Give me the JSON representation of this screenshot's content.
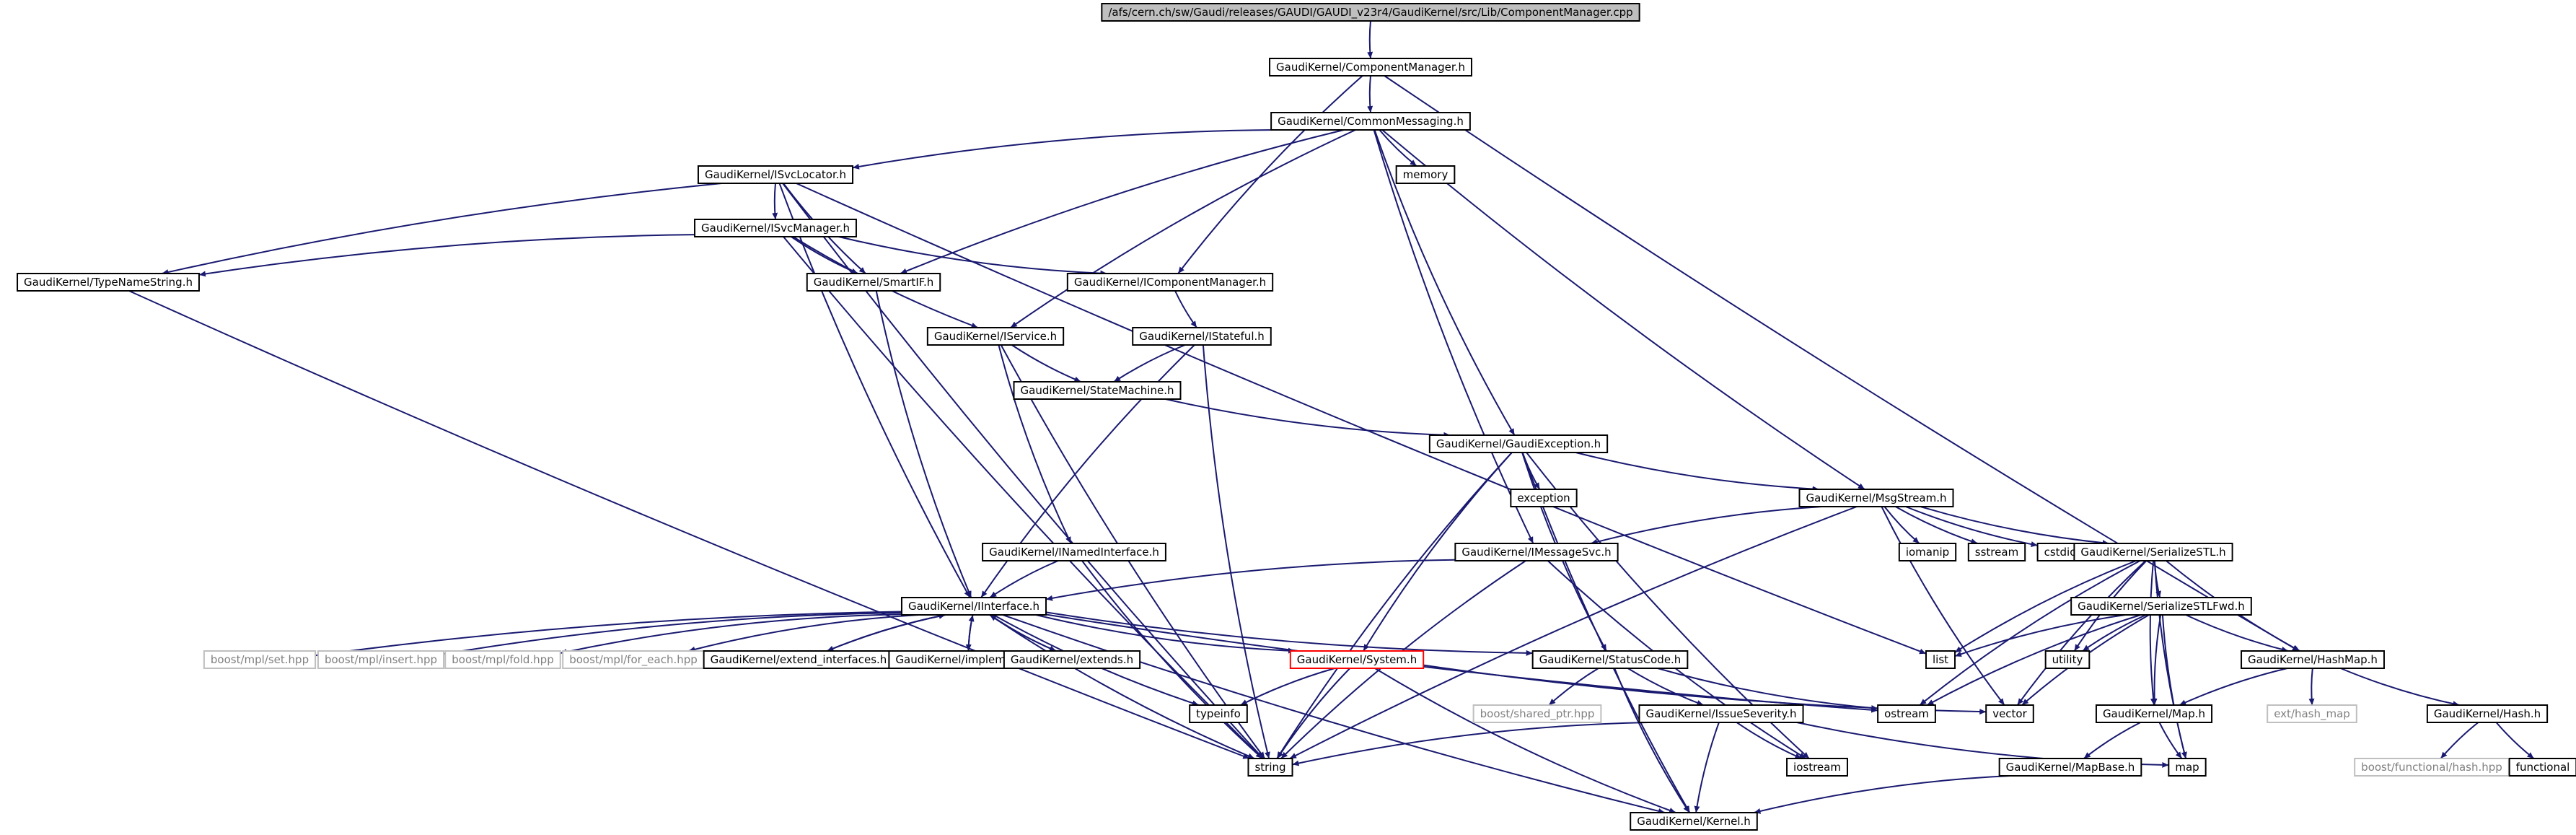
{
  "graph": {
    "colors": {
      "edge": "#191970",
      "box_border": "#000000",
      "box_border_missing": "#bfbfbf",
      "root_fill": "#bfbfbf",
      "highlight_border": "#ff0000",
      "text": "#000000",
      "text_missing": "#808080"
    },
    "nodes": [
      {
        "id": "n_root",
        "label": "/afs/cern.ch/sw/Gaudi/releases/GAUDI/GAUDI_v23r4/GaudiKernel/src/Lib/ComponentManager.cpp",
        "kind": "root"
      },
      {
        "id": "n_cm",
        "label": "GaudiKernel/ComponentManager.h",
        "kind": "normal"
      },
      {
        "id": "n_cmsg",
        "label": "GaudiKernel/CommonMessaging.h",
        "kind": "normal"
      },
      {
        "id": "n_memory",
        "label": "memory",
        "kind": "normal"
      },
      {
        "id": "n_isvcloc",
        "label": "GaudiKernel/ISvcLocator.h",
        "kind": "normal"
      },
      {
        "id": "n_isvcmgr",
        "label": "GaudiKernel/ISvcManager.h",
        "kind": "normal"
      },
      {
        "id": "n_tns",
        "label": "GaudiKernel/TypeNameString.h",
        "kind": "normal"
      },
      {
        "id": "n_smartif",
        "label": "GaudiKernel/SmartIF.h",
        "kind": "normal"
      },
      {
        "id": "n_icm",
        "label": "GaudiKernel/IComponentManager.h",
        "kind": "normal"
      },
      {
        "id": "n_iservice",
        "label": "GaudiKernel/IService.h",
        "kind": "normal"
      },
      {
        "id": "n_istateful",
        "label": "GaudiKernel/IStateful.h",
        "kind": "normal"
      },
      {
        "id": "n_statemachine",
        "label": "GaudiKernel/StateMachine.h",
        "kind": "normal"
      },
      {
        "id": "n_gexc",
        "label": "GaudiKernel/GaudiException.h",
        "kind": "normal"
      },
      {
        "id": "n_exception",
        "label": "exception",
        "kind": "normal"
      },
      {
        "id": "n_msgstream",
        "label": "GaudiKernel/MsgStream.h",
        "kind": "normal"
      },
      {
        "id": "n_imsgsvc",
        "label": "GaudiKernel/IMessageSvc.h",
        "kind": "normal"
      },
      {
        "id": "n_inamed",
        "label": "GaudiKernel/INamedInterface.h",
        "kind": "normal"
      },
      {
        "id": "n_iomanip",
        "label": "iomanip",
        "kind": "normal"
      },
      {
        "id": "n_sstream",
        "label": "sstream",
        "kind": "normal"
      },
      {
        "id": "n_cstdio",
        "label": "cstdio",
        "kind": "normal"
      },
      {
        "id": "n_sstl",
        "label": "GaudiKernel/SerializeSTL.h",
        "kind": "normal"
      },
      {
        "id": "n_iinterface",
        "label": "GaudiKernel/IInterface.h",
        "kind": "normal"
      },
      {
        "id": "n_set",
        "label": "boost/mpl/set.hpp",
        "kind": "missing"
      },
      {
        "id": "n_insert",
        "label": "boost/mpl/insert.hpp",
        "kind": "missing"
      },
      {
        "id": "n_fold",
        "label": "boost/mpl/fold.hpp",
        "kind": "missing"
      },
      {
        "id": "n_foreach",
        "label": "boost/mpl/for_each.hpp",
        "kind": "missing"
      },
      {
        "id": "n_extifs",
        "label": "GaudiKernel/extend_interfaces.h",
        "kind": "normal"
      },
      {
        "id": "n_impl",
        "label": "GaudiKernel/implements.h",
        "kind": "normal"
      },
      {
        "id": "n_extends",
        "label": "GaudiKernel/extends.h",
        "kind": "normal"
      },
      {
        "id": "n_system",
        "label": "GaudiKernel/System.h",
        "kind": "highlight"
      },
      {
        "id": "n_statuscode",
        "label": "GaudiKernel/StatusCode.h",
        "kind": "normal"
      },
      {
        "id": "n_list",
        "label": "list",
        "kind": "normal"
      },
      {
        "id": "n_sstlfwd",
        "label": "GaudiKernel/SerializeSTLFwd.h",
        "kind": "normal"
      },
      {
        "id": "n_utility",
        "label": "utility",
        "kind": "normal"
      },
      {
        "id": "n_hashmap",
        "label": "GaudiKernel/HashMap.h",
        "kind": "normal"
      },
      {
        "id": "n_typeinfo",
        "label": "typeinfo",
        "kind": "normal"
      },
      {
        "id": "n_sharedptr",
        "label": "boost/shared_ptr.hpp",
        "kind": "missing"
      },
      {
        "id": "n_issue",
        "label": "GaudiKernel/IssueSeverity.h",
        "kind": "normal"
      },
      {
        "id": "n_ostream",
        "label": "ostream",
        "kind": "normal"
      },
      {
        "id": "n_vector",
        "label": "vector",
        "kind": "normal"
      },
      {
        "id": "n_map_h",
        "label": "GaudiKernel/Map.h",
        "kind": "normal"
      },
      {
        "id": "n_exthashmap",
        "label": "ext/hash_map",
        "kind": "missing"
      },
      {
        "id": "n_hash",
        "label": "GaudiKernel/Hash.h",
        "kind": "normal"
      },
      {
        "id": "n_string",
        "label": "string",
        "kind": "normal"
      },
      {
        "id": "n_iostream",
        "label": "iostream",
        "kind": "normal"
      },
      {
        "id": "n_mapbase",
        "label": "GaudiKernel/MapBase.h",
        "kind": "normal"
      },
      {
        "id": "n_map",
        "label": "map",
        "kind": "normal"
      },
      {
        "id": "n_bfhash",
        "label": "boost/functional/hash.hpp",
        "kind": "missing"
      },
      {
        "id": "n_functional",
        "label": "functional",
        "kind": "normal"
      },
      {
        "id": "n_kernel",
        "label": "GaudiKernel/Kernel.h",
        "kind": "normal"
      }
    ],
    "edges": [
      [
        "n_root",
        "n_cm"
      ],
      [
        "n_cm",
        "n_cmsg"
      ],
      [
        "n_cm",
        "n_icm"
      ],
      [
        "n_cm",
        "n_hashmap"
      ],
      [
        "n_cmsg",
        "n_isvcloc"
      ],
      [
        "n_cmsg",
        "n_memory"
      ],
      [
        "n_cmsg",
        "n_smartif"
      ],
      [
        "n_cmsg",
        "n_iservice"
      ],
      [
        "n_cmsg",
        "n_gexc"
      ],
      [
        "n_cmsg",
        "n_imsgsvc"
      ],
      [
        "n_cmsg",
        "n_msgstream"
      ],
      [
        "n_isvcloc",
        "n_tns"
      ],
      [
        "n_isvcloc",
        "n_isvcmgr"
      ],
      [
        "n_isvcloc",
        "n_smartif"
      ],
      [
        "n_isvcloc",
        "n_iinterface"
      ],
      [
        "n_isvcloc",
        "n_list"
      ],
      [
        "n_isvcloc",
        "n_string"
      ],
      [
        "n_isvcmgr",
        "n_tns"
      ],
      [
        "n_isvcmgr",
        "n_smartif"
      ],
      [
        "n_isvcmgr",
        "n_icm"
      ],
      [
        "n_isvcmgr",
        "n_iservice"
      ],
      [
        "n_isvcmgr",
        "n_string"
      ],
      [
        "n_tns",
        "n_string"
      ],
      [
        "n_smartif",
        "n_iinterface"
      ],
      [
        "n_icm",
        "n_istateful"
      ],
      [
        "n_iservice",
        "n_statemachine"
      ],
      [
        "n_iservice",
        "n_inamed"
      ],
      [
        "n_iservice",
        "n_string"
      ],
      [
        "n_istateful",
        "n_statemachine"
      ],
      [
        "n_istateful",
        "n_iinterface"
      ],
      [
        "n_istateful",
        "n_string"
      ],
      [
        "n_statemachine",
        "n_gexc"
      ],
      [
        "n_gexc",
        "n_exception"
      ],
      [
        "n_gexc",
        "n_msgstream"
      ],
      [
        "n_gexc",
        "n_system"
      ],
      [
        "n_gexc",
        "n_statuscode"
      ],
      [
        "n_gexc",
        "n_string"
      ],
      [
        "n_gexc",
        "n_iostream"
      ],
      [
        "n_gexc",
        "n_kernel"
      ],
      [
        "n_msgstream",
        "n_imsgsvc"
      ],
      [
        "n_msgstream",
        "n_iomanip"
      ],
      [
        "n_msgstream",
        "n_sstream"
      ],
      [
        "n_msgstream",
        "n_cstdio"
      ],
      [
        "n_msgstream",
        "n_sstl"
      ],
      [
        "n_msgstream",
        "n_string"
      ],
      [
        "n_msgstream",
        "n_vector"
      ],
      [
        "n_imsgsvc",
        "n_iinterface"
      ],
      [
        "n_imsgsvc",
        "n_string"
      ],
      [
        "n_imsgsvc",
        "n_iostream"
      ],
      [
        "n_inamed",
        "n_iinterface"
      ],
      [
        "n_inamed",
        "n_string"
      ],
      [
        "n_sstl",
        "n_sstlfwd"
      ],
      [
        "n_sstl",
        "n_list"
      ],
      [
        "n_sstl",
        "n_utility"
      ],
      [
        "n_sstl",
        "n_hashmap"
      ],
      [
        "n_sstl",
        "n_ostream"
      ],
      [
        "n_sstl",
        "n_vector"
      ],
      [
        "n_sstl",
        "n_map_h"
      ],
      [
        "n_sstl",
        "n_map"
      ],
      [
        "n_iinterface",
        "n_set"
      ],
      [
        "n_iinterface",
        "n_insert"
      ],
      [
        "n_iinterface",
        "n_fold"
      ],
      [
        "n_iinterface",
        "n_foreach"
      ],
      [
        "n_iinterface",
        "n_extifs"
      ],
      [
        "n_iinterface",
        "n_impl"
      ],
      [
        "n_iinterface",
        "n_extends"
      ],
      [
        "n_iinterface",
        "n_system"
      ],
      [
        "n_iinterface",
        "n_statuscode"
      ],
      [
        "n_iinterface",
        "n_typeinfo"
      ],
      [
        "n_iinterface",
        "n_ostream"
      ],
      [
        "n_iinterface",
        "n_string"
      ],
      [
        "n_iinterface",
        "n_kernel"
      ],
      [
        "n_extifs",
        "n_iinterface"
      ],
      [
        "n_impl",
        "n_iinterface"
      ],
      [
        "n_extends",
        "n_iinterface"
      ],
      [
        "n_system",
        "n_typeinfo"
      ],
      [
        "n_system",
        "n_string"
      ],
      [
        "n_system",
        "n_kernel"
      ],
      [
        "n_system",
        "n_vector"
      ],
      [
        "n_statuscode",
        "n_sharedptr"
      ],
      [
        "n_statuscode",
        "n_issue"
      ],
      [
        "n_statuscode",
        "n_ostream"
      ],
      [
        "n_statuscode",
        "n_kernel"
      ],
      [
        "n_sstlfwd",
        "n_list"
      ],
      [
        "n_sstlfwd",
        "n_utility"
      ],
      [
        "n_sstlfwd",
        "n_hashmap"
      ],
      [
        "n_sstlfwd",
        "n_vector"
      ],
      [
        "n_sstlfwd",
        "n_map_h"
      ],
      [
        "n_sstlfwd",
        "n_map"
      ],
      [
        "n_sstlfwd",
        "n_ostream"
      ],
      [
        "n_hashmap",
        "n_map_h"
      ],
      [
        "n_hashmap",
        "n_exthashmap"
      ],
      [
        "n_hashmap",
        "n_hash"
      ],
      [
        "n_issue",
        "n_string"
      ],
      [
        "n_issue",
        "n_iostream"
      ],
      [
        "n_issue",
        "n_map"
      ],
      [
        "n_issue",
        "n_kernel"
      ],
      [
        "n_map_h",
        "n_mapbase"
      ],
      [
        "n_map_h",
        "n_map"
      ],
      [
        "n_mapbase",
        "n_kernel"
      ],
      [
        "n_hash",
        "n_bfhash"
      ],
      [
        "n_hash",
        "n_functional"
      ]
    ]
  }
}
